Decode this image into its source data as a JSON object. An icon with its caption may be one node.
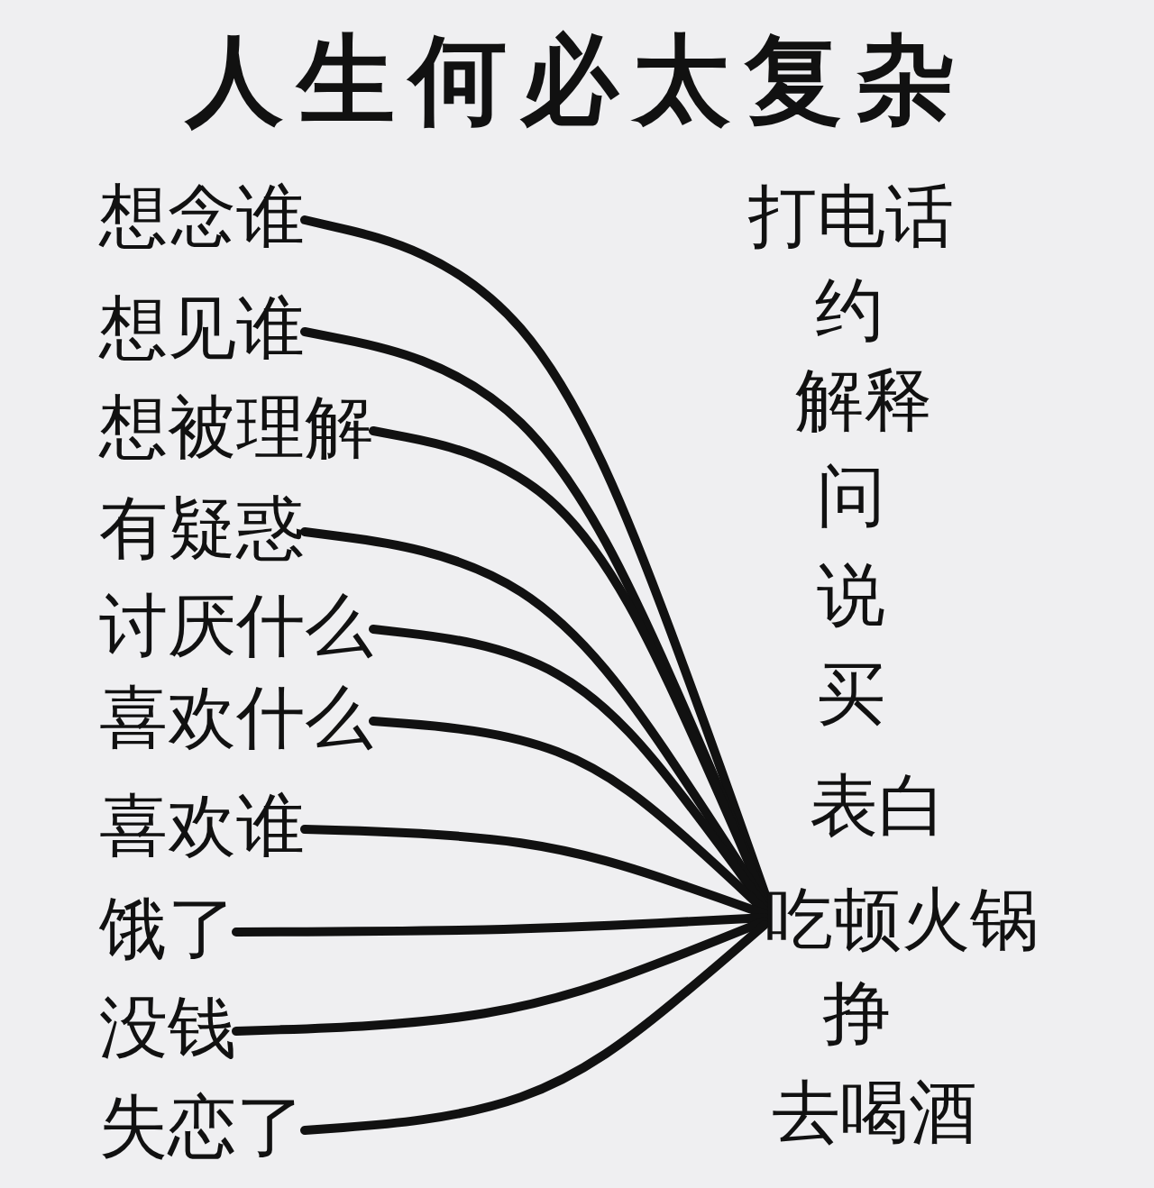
{
  "diagram": {
    "title": "人生何必太复杂",
    "nodes": [
      {
        "text": [
          "想念谁"
        ]
      },
      {
        "text": [
          "想见谁"
        ]
      },
      {
        "text": [
          "想被理解"
        ]
      },
      {
        "text": [
          "有疑惑"
        ]
      },
      {
        "text": [
          "讨厌什么"
        ]
      },
      {
        "text": [
          "喜欢什么"
        ]
      },
      {
        "text": [
          "喜欢谁"
        ]
      },
      {
        "text": [
          "饿了"
        ]
      },
      {
        "text": [
          "没钱"
        ]
      },
      {
        "text": [
          "失恋了"
        ]
      },
      {
        "text": [
          "吃顿火锅"
        ]
      }
    ],
    "edges": [
      {
        "from": 0,
        "to": 10,
        "arrow": "none"
      },
      {
        "from": 1,
        "to": 10,
        "arrow": "none"
      },
      {
        "from": 2,
        "to": 10,
        "arrow": "none"
      },
      {
        "from": 3,
        "to": 10,
        "arrow": "none"
      },
      {
        "from": 4,
        "to": 10,
        "arrow": "none"
      },
      {
        "from": 5,
        "to": 10,
        "arrow": "none"
      },
      {
        "from": 6,
        "to": 10,
        "arrow": "none"
      },
      {
        "from": 7,
        "to": 10,
        "arrow": "none"
      },
      {
        "from": 8,
        "to": 10,
        "arrow": "none"
      },
      {
        "from": 9,
        "to": 10,
        "arrow": "none"
      }
    ],
    "labels": [
      "打电话",
      "约",
      "解释",
      "问",
      "说",
      "买",
      "表白",
      "挣",
      "去喝酒"
    ]
  }
}
